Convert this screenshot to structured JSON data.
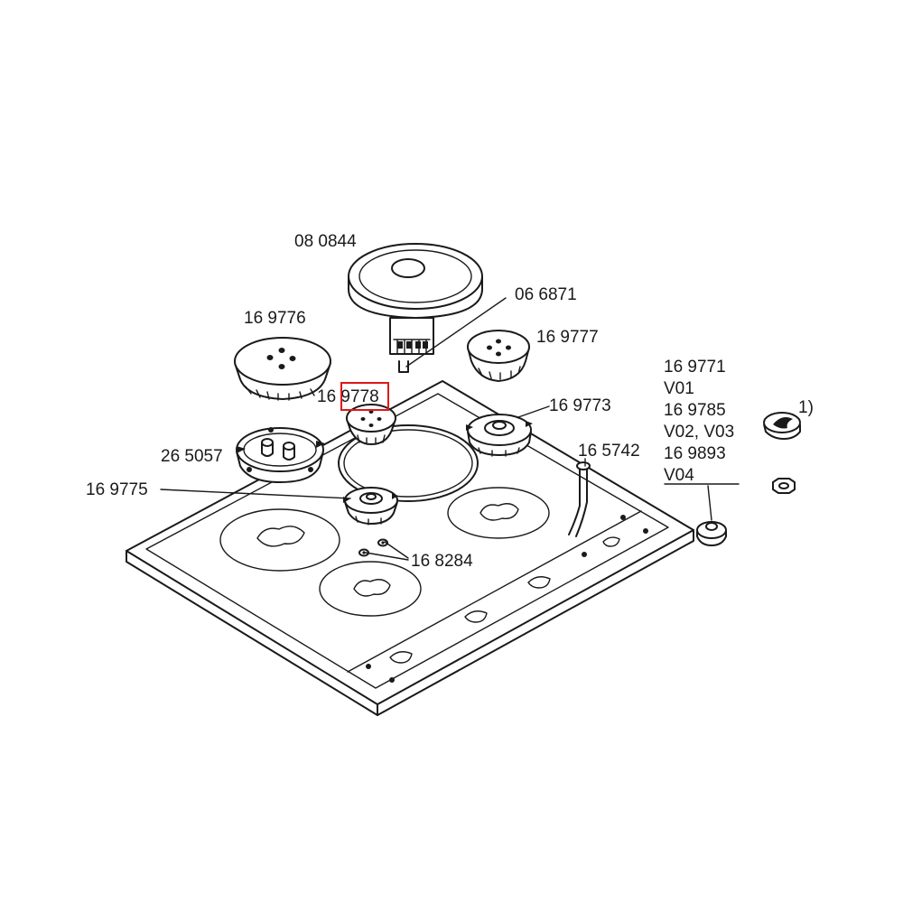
{
  "labels": {
    "hotplate": "08 0844",
    "connector": "06 6871",
    "burner_top_left": "16 9776",
    "burner_top_right": "16 9777",
    "burner_small_prefix": "16 ",
    "burner_small_number": "9778",
    "burner_right": "16 9773",
    "burner_left": "26 5057",
    "burner_front": "16 9775",
    "thermocouple": "16 5742",
    "screws": "16 8284"
  },
  "knob_list": {
    "lines": [
      "16 9771",
      "V01",
      "16 9785",
      "V02, V03",
      "16 9893",
      "V04"
    ],
    "footnote": "1)"
  },
  "highlight_color": "#e01818"
}
